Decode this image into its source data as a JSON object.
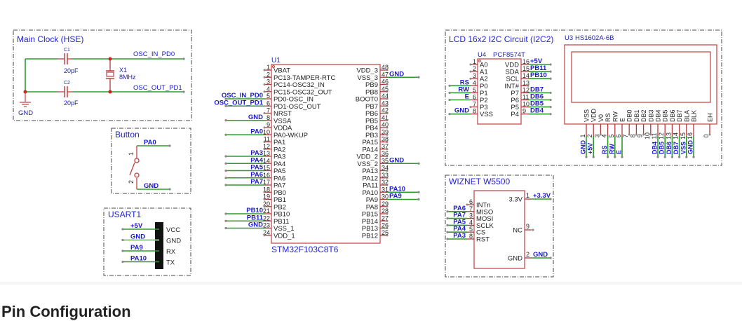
{
  "heading": "Pin Configuration",
  "main_clock": {
    "title": "Main Clock (HSE)",
    "c1": {
      "ref": "C1",
      "value": "20pF"
    },
    "c2": {
      "ref": "C2",
      "value": "20pF"
    },
    "x1": {
      "ref": "X1",
      "value": "8MHz"
    },
    "net_in": "OSC_IN_PD0",
    "net_out": "OSC_OUT_PD1",
    "gnd": "GND"
  },
  "button": {
    "title": "Button",
    "net_top": "PA0",
    "net_bottom": "GND",
    "pin1": "1",
    "pin2": "2"
  },
  "usart": {
    "title": "USART1",
    "rows": [
      {
        "net": "+5V",
        "pin": "VCC"
      },
      {
        "net": "GND",
        "pin": "GND"
      },
      {
        "net": "PA9",
        "pin": "RX"
      },
      {
        "net": "PA10",
        "pin": "TX"
      }
    ]
  },
  "mcu": {
    "ref": "U1",
    "part": "STM32F103C8T6",
    "left_pins": [
      {
        "num": "1",
        "name": "VBAT",
        "net": ""
      },
      {
        "num": "2",
        "name": "PC13-TAMPER-RTC",
        "net": ""
      },
      {
        "num": "3",
        "name": "PC14-OSC32_IN",
        "net": ""
      },
      {
        "num": "4",
        "name": "PC15-OSC32_OUT",
        "net": ""
      },
      {
        "num": "5",
        "name": "PD0-OSC_IN",
        "net": "OSC_IN_PD0"
      },
      {
        "num": "6",
        "name": "PD1-OSC_OUT",
        "net": "OSC_OUT_PD1"
      },
      {
        "num": "7",
        "name": "NRST",
        "net": ""
      },
      {
        "num": "8",
        "name": "VSSA",
        "net": "GND"
      },
      {
        "num": "9",
        "name": "VDDA",
        "net": ""
      },
      {
        "num": "10",
        "name": "PA0-WKUP",
        "net": "PA0"
      },
      {
        "num": "11",
        "name": "PA1",
        "net": ""
      },
      {
        "num": "12",
        "name": "PA2",
        "net": ""
      },
      {
        "num": "13",
        "name": "PA3",
        "net": "PA3"
      },
      {
        "num": "14",
        "name": "PA4",
        "net": "PA4"
      },
      {
        "num": "15",
        "name": "PA5",
        "net": "PA5"
      },
      {
        "num": "16",
        "name": "PA6",
        "net": "PA6"
      },
      {
        "num": "17",
        "name": "PA7",
        "net": "PA7"
      },
      {
        "num": "18",
        "name": "PB0",
        "net": ""
      },
      {
        "num": "19",
        "name": "PB1",
        "net": ""
      },
      {
        "num": "20",
        "name": "PB2",
        "net": ""
      },
      {
        "num": "21",
        "name": "PB10",
        "net": "PB10"
      },
      {
        "num": "22",
        "name": "PB11",
        "net": "PB11"
      },
      {
        "num": "23",
        "name": "VSS_1",
        "net": "GND"
      },
      {
        "num": "24",
        "name": "VDD_1",
        "net": ""
      }
    ],
    "right_pins": [
      {
        "num": "48",
        "name": "VDD_3",
        "net": ""
      },
      {
        "num": "47",
        "name": "VSS_3",
        "net": "GND"
      },
      {
        "num": "46",
        "name": "PB9",
        "net": ""
      },
      {
        "num": "45",
        "name": "PB8",
        "net": ""
      },
      {
        "num": "44",
        "name": "BOOT0",
        "net": ""
      },
      {
        "num": "43",
        "name": "PB7",
        "net": ""
      },
      {
        "num": "42",
        "name": "PB6",
        "net": ""
      },
      {
        "num": "41",
        "name": "PB5",
        "net": ""
      },
      {
        "num": "40",
        "name": "PB4",
        "net": ""
      },
      {
        "num": "39",
        "name": "PB3",
        "net": ""
      },
      {
        "num": "38",
        "name": "PA15",
        "net": ""
      },
      {
        "num": "37",
        "name": "PA14",
        "net": ""
      },
      {
        "num": "36",
        "name": "VDD_2",
        "net": ""
      },
      {
        "num": "35",
        "name": "VSS_2",
        "net": "GND"
      },
      {
        "num": "34",
        "name": "PA13",
        "net": ""
      },
      {
        "num": "33",
        "name": "PA12",
        "net": ""
      },
      {
        "num": "32",
        "name": "PA11",
        "net": ""
      },
      {
        "num": "31",
        "name": "PA10",
        "net": "PA10"
      },
      {
        "num": "30",
        "name": "PA9",
        "net": "PA9"
      },
      {
        "num": "29",
        "name": "PA8",
        "net": ""
      },
      {
        "num": "28",
        "name": "PB15",
        "net": ""
      },
      {
        "num": "27",
        "name": "PB14",
        "net": ""
      },
      {
        "num": "26",
        "name": "PB13",
        "net": ""
      },
      {
        "num": "25",
        "name": "PB12",
        "net": ""
      }
    ]
  },
  "lcd_section": {
    "title": "LCD 16x2 I2C Circuit (I2C2)",
    "expander": {
      "ref": "U4",
      "part": "PCF8574T",
      "left_pins": [
        {
          "num": "1",
          "name": "A0",
          "net": ""
        },
        {
          "num": "2",
          "name": "A1",
          "net": ""
        },
        {
          "num": "3",
          "name": "A2",
          "net": ""
        },
        {
          "num": "4",
          "name": "P0",
          "net": "RS"
        },
        {
          "num": "5",
          "name": "P1",
          "net": "RW"
        },
        {
          "num": "6",
          "name": "P2",
          "net": "E"
        },
        {
          "num": "7",
          "name": "P3",
          "net": ""
        },
        {
          "num": "8",
          "name": "VSS",
          "net": "GND"
        }
      ],
      "right_pins": [
        {
          "num": "16",
          "name": "VDD",
          "net": "+5V"
        },
        {
          "num": "15",
          "name": "SDA",
          "net": "PB11"
        },
        {
          "num": "14",
          "name": "SCL",
          "net": "PB10"
        },
        {
          "num": "13",
          "name": "INT#",
          "net": ""
        },
        {
          "num": "12",
          "name": "P7",
          "net": "DB7"
        },
        {
          "num": "11",
          "name": "P6",
          "net": "DB6"
        },
        {
          "num": "10",
          "name": "P5",
          "net": "DB5"
        },
        {
          "num": "9",
          "name": "P4",
          "net": "DB4"
        }
      ]
    },
    "lcd": {
      "ref": "U3",
      "part": "HS1602A-6B",
      "pins": [
        {
          "num": "1",
          "name": "VSS",
          "net": "GND"
        },
        {
          "num": "2",
          "name": "VDD",
          "net": "+5V"
        },
        {
          "num": "3",
          "name": "V0",
          "net": ""
        },
        {
          "num": "4",
          "name": "RS",
          "net": "RS"
        },
        {
          "num": "5",
          "name": "RW",
          "net": "RW"
        },
        {
          "num": "6",
          "name": "E",
          "net": "E"
        },
        {
          "num": "7",
          "name": "DB0",
          "net": ""
        },
        {
          "num": "8",
          "name": "DB1",
          "net": ""
        },
        {
          "num": "9",
          "name": "DB2",
          "net": ""
        },
        {
          "num": "10",
          "name": "DB3",
          "net": ""
        },
        {
          "num": "11",
          "name": "DB4",
          "net": "DB4"
        },
        {
          "num": "12",
          "name": "DB5",
          "net": "DB5"
        },
        {
          "num": "13",
          "name": "DB6",
          "net": "DB6"
        },
        {
          "num": "14",
          "name": "DB7",
          "net": "DB7"
        },
        {
          "num": "15",
          "name": "BLA",
          "net": "VSS"
        },
        {
          "num": "16",
          "name": "BLK",
          "net": "GND"
        },
        {
          "num": "0",
          "name": "EH",
          "net": ""
        }
      ]
    }
  },
  "wiznet": {
    "title": "WIZNET W5500",
    "left_pins": [
      {
        "num": "6",
        "name": "INTn",
        "net": ""
      },
      {
        "num": "7",
        "name": "MISO",
        "net": "PA6"
      },
      {
        "num": "3",
        "name": "MOSI",
        "net": "PA7"
      },
      {
        "num": "4",
        "name": "SCLK",
        "net": "PA5"
      },
      {
        "num": "5",
        "name": "CS",
        "net": "PA4"
      },
      {
        "num": "8",
        "name": "RST",
        "net": "PA3"
      }
    ],
    "right_pins": [
      {
        "num": "1",
        "name": "3.3V",
        "net": "+3.3V"
      },
      {
        "num": "9",
        "name": "NC",
        "net": ""
      },
      {
        "num": "2",
        "name": "GND",
        "net": "GND"
      }
    ]
  }
}
